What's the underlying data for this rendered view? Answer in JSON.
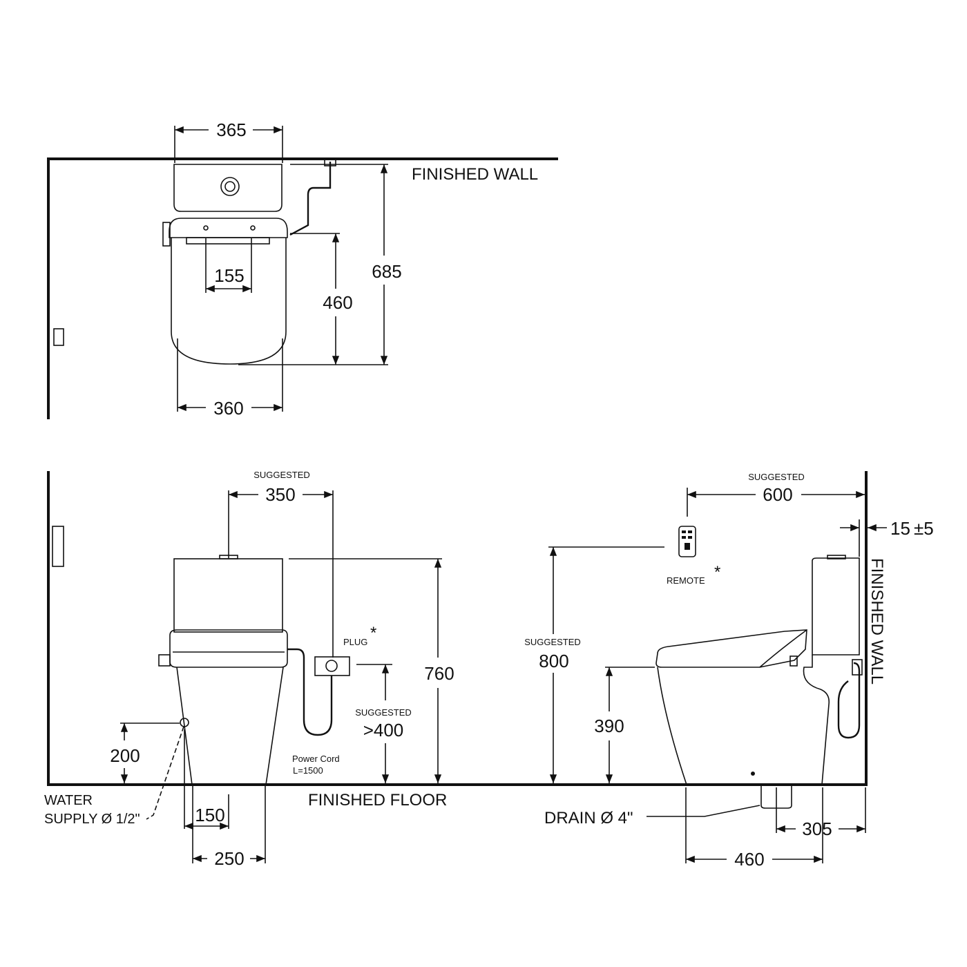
{
  "top_view": {
    "width_tank": "365",
    "finished_wall": "FINISHED WALL",
    "depth_total": "685",
    "seat_hole_spacing": "155",
    "depth_seat": "460",
    "width_bowl": "360"
  },
  "front_view": {
    "suggested_plug_label": "SUGGESTED",
    "plug_offset": "350",
    "plug_label": "PLUG",
    "asterisk": "*",
    "height_total": "760",
    "suggested_height_label": "SUGGESTED",
    "plug_height": ">400",
    "water_height": "200",
    "power_cord_line1": "Power  Cord",
    "power_cord_line2": "L=1500",
    "water_supply_line1": "WATER",
    "water_supply_line2": "SUPPLY Ø 1/2\"",
    "water_offset": "150",
    "base_width": "250",
    "finished_floor": "FINISHED FLOOR"
  },
  "side_view": {
    "suggested_remote_label": "SUGGESTED",
    "remote_offset": "600",
    "wall_gap": "15",
    "wall_gap_tol": "±5",
    "remote_label": "REMOTE",
    "asterisk": "*",
    "finished_wall": "FINISHED WALL",
    "suggested_height_label": "SUGGESTED",
    "remote_height": "800",
    "seat_height": "390",
    "drain_label": "DRAIN Ø 4\"",
    "rough_in": "305",
    "depth": "460"
  }
}
